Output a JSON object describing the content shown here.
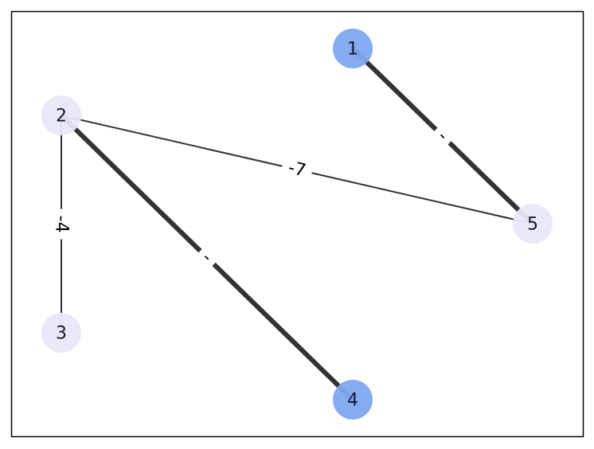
{
  "graph": {
    "nodes": [
      {
        "id": "1",
        "label": "1",
        "color": "#7ea6f0"
      },
      {
        "id": "2",
        "label": "2",
        "color": "#e8e8f8"
      },
      {
        "id": "3",
        "label": "3",
        "color": "#e8e8f8"
      },
      {
        "id": "4",
        "label": "4",
        "color": "#7ea6f0"
      },
      {
        "id": "5",
        "label": "5",
        "color": "#e8e8f8"
      }
    ],
    "edges": [
      {
        "source": "1",
        "target": "5",
        "label": "-",
        "weight": "heavy"
      },
      {
        "source": "2",
        "target": "5",
        "label": "-7",
        "weight": "light"
      },
      {
        "source": "2",
        "target": "4",
        "label": "-",
        "weight": "heavy"
      },
      {
        "source": "2",
        "target": "3",
        "label": "-4",
        "weight": "light"
      }
    ],
    "colors": {
      "edge": "#333333",
      "frame": "#000000"
    }
  }
}
